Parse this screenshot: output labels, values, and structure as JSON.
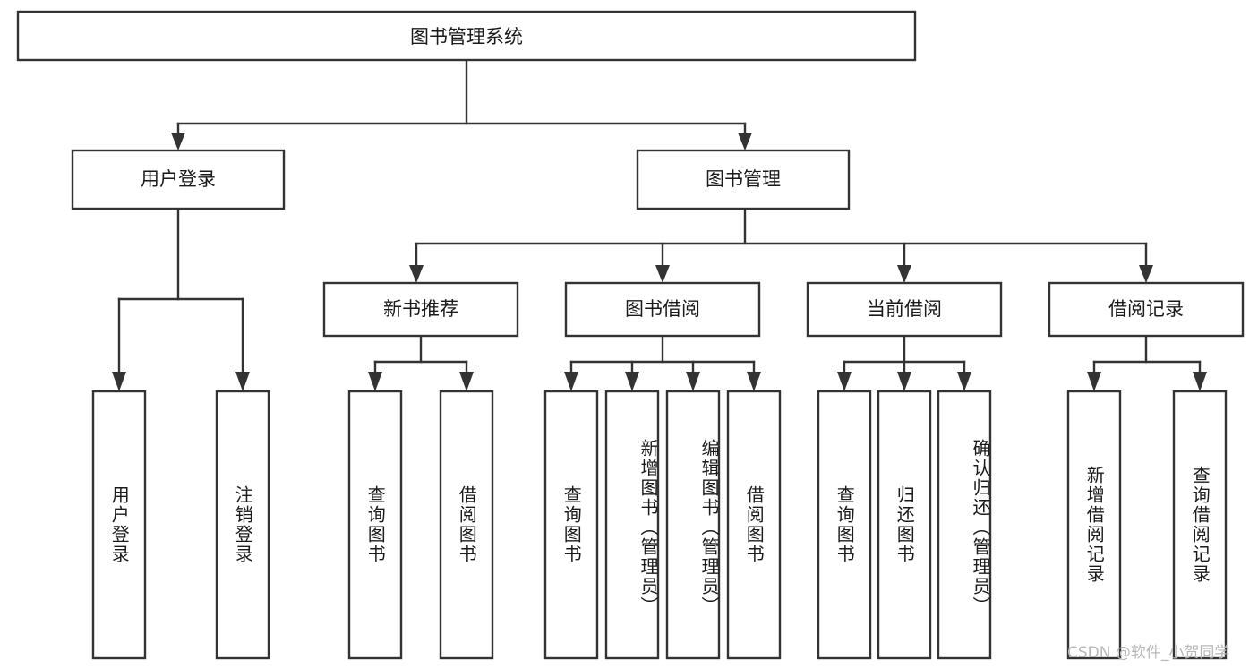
{
  "diagram": {
    "title": "图书管理系统",
    "type": "tree-hierarchy",
    "root": "图书管理系统",
    "level2": [
      {
        "label": "用户登录"
      },
      {
        "label": "图书管理"
      }
    ],
    "level3": [
      {
        "label": "新书推荐"
      },
      {
        "label": "图书借阅"
      },
      {
        "label": "当前借阅"
      },
      {
        "label": "借阅记录"
      }
    ],
    "leaves": {
      "user_login": [
        {
          "label": "用户登录"
        },
        {
          "label": "注销登录"
        }
      ],
      "new_book_recommend": [
        {
          "label": "查询图书"
        },
        {
          "label": "借阅图书"
        }
      ],
      "book_borrow": [
        {
          "label": "查询图书"
        },
        {
          "label": "新增图书（管理员）"
        },
        {
          "label": "编辑图书（管理员）"
        },
        {
          "label": "借阅图书"
        }
      ],
      "current_borrow": [
        {
          "label": "查询图书"
        },
        {
          "label": "归还图书"
        },
        {
          "label": "确认归还（管理员）"
        }
      ],
      "borrow_record": [
        {
          "label": "新增借阅记录"
        },
        {
          "label": "查询借阅记录"
        }
      ]
    }
  },
  "watermark": {
    "text": "CSDN @软件_小贺同学"
  },
  "colors": {
    "stroke": "#333333",
    "box_fill": "#ffffff",
    "text": "#1a1a1a",
    "background": "#ffffff",
    "watermark": "#b8b8b8"
  }
}
